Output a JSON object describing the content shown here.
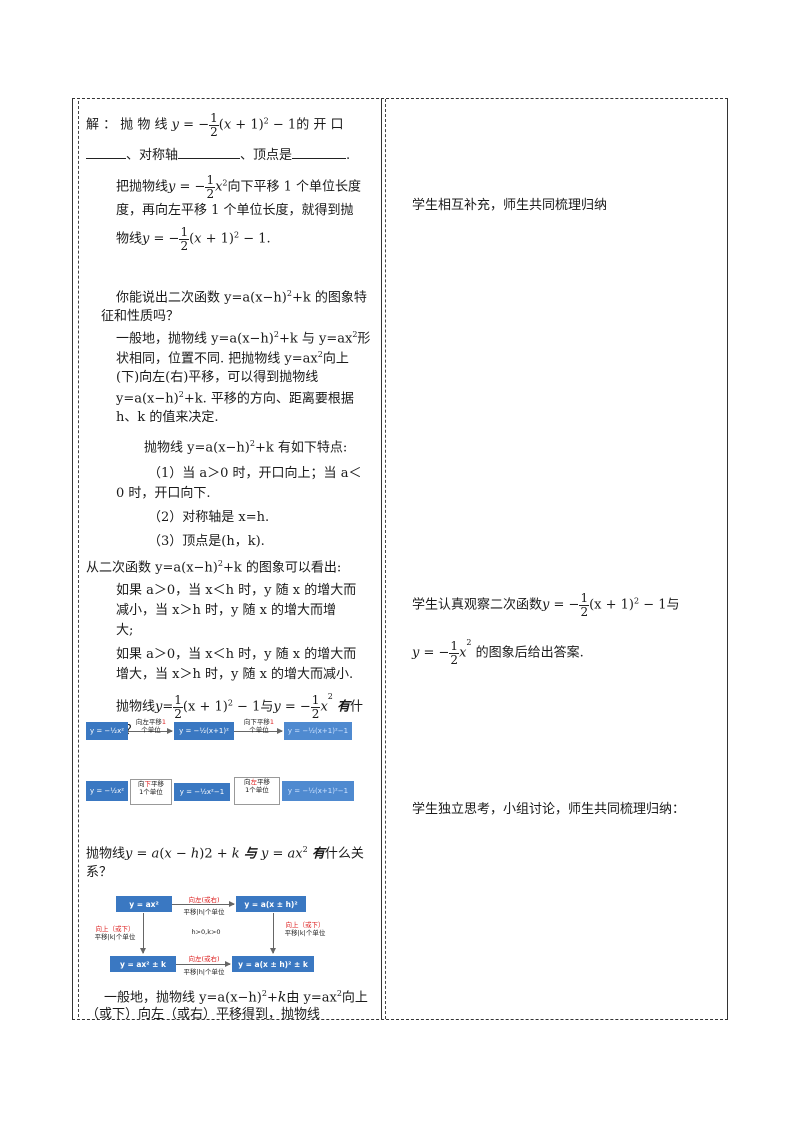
{
  "left": {
    "p1": {
      "prefix": "解 ：  抛 物 线 ",
      "suffix": "的 开 口"
    },
    "p1b": {
      "a": "、对称轴",
      "b": "、顶点是",
      "c": "."
    },
    "p2": {
      "a": "把抛物线",
      "b": "向下平移 1 个单位长度",
      "c": "度，再向左平移 1 个单位长度，就得到抛",
      "d": "物线",
      "e": "."
    },
    "p3": {
      "l1": "你能说出二次函数 y=a(x−h)",
      "l1b": "+k 的图象特",
      "l2": "征和性质吗？"
    },
    "p4": {
      "l1a": "一般地，抛物线 y=a(x−h)",
      "l1b": "+k 与 y=ax",
      "l1c": "形",
      "l2a": "状相同，位置不同. 把抛物线 y=ax",
      "l2b": "向上",
      "l3": "(下)向左(右)平移，可以得到抛物线",
      "l4a": "y=a(x−h)",
      "l4b": "+k. 平移的方向、距离要根据",
      "l5": "h、k 的值来决定."
    },
    "p5": {
      "a": "抛物线 y=a(x−h)",
      "b": "+k 有如下特点:"
    },
    "p6": {
      "l1": "（1）当 a＞0 时，开口向上；当 a＜",
      "l2": "0 时，开口向下."
    },
    "p7": "（2）对称轴是 x=h.",
    "p8": "（3）顶点是(h，k).",
    "p9": {
      "a": "从二次函数 y=a(x−h)",
      "b": "+k 的图象可以看出:"
    },
    "p10": {
      "l1": "如果 a＞0，当 x＜h 时，y 随 x 的增大而",
      "l2": "减小，当 x＞h 时，y 随 x 的增大而增",
      "l3": "大;"
    },
    "p11": {
      "l1": "如果 a＞0，当 x＜h 时，y 随 x 的增大而",
      "l2": "增大，当 x＞h 时，y 随 x 的增大而减小."
    },
    "p12": {
      "a": "抛物线",
      "b": "与",
      "c": "有",
      "d": "什",
      "l2": "么关系？"
    },
    "diag1": {
      "b1": "y = −½x²",
      "l1a": "向左平移",
      "l1b": "1",
      "l1c": "个单位",
      "b2": "y = −½(x+1)²",
      "l2a": "向下平移",
      "l2b": "1",
      "l2c": "个单位",
      "b3": "y = −½(x+1)²−1"
    },
    "diag2": {
      "b1": "y = −½x²",
      "l1a": "向",
      "l1b": "下",
      "l1c": "平移",
      "l1d": "1个单位",
      "b2": "y = −½x²−1",
      "l2a": "向",
      "l2b": "左",
      "l2c": "平移",
      "l2d": "1个单位",
      "b3": "y = −½(x+1)²−1"
    },
    "p13": {
      "a": "抛物线",
      "b": "与",
      "c": "有",
      "d": "什么关",
      "l2": "系？"
    },
    "diag3": {
      "tl": "y = ax²",
      "tr": "y = a(x ± h)²",
      "bl": "y = ax² ± k",
      "br": "y = a(x ± h)² ± k",
      "top1": "向左(或右)",
      "top2": "平移|h|个单位",
      "left1": "向上（或下）",
      "left2": "平移|k|个单位",
      "mid": "h>0,k>0",
      "right1": "向上（或下）",
      "right2": "平移|k|个单位",
      "bot1": "向左(或右)",
      "bot2": "平移|h|个单位"
    },
    "p14": {
      "a": "一般地，抛物线 y=a(x−h)",
      "b": "+",
      "c": "k",
      "d": "由 y=ax",
      "e": "向上",
      "l2": "（或下）向左（或右）平移得到，抛物线"
    }
  },
  "right": {
    "r1": "学生相互补充，师生共同梳理归纳",
    "r2": {
      "a": "学生认真观察二次函数",
      "b": "与"
    },
    "r3": "的图象后给出答案.",
    "r4": "学生独立思考，小组讨论，师生共同梳理归纳："
  }
}
